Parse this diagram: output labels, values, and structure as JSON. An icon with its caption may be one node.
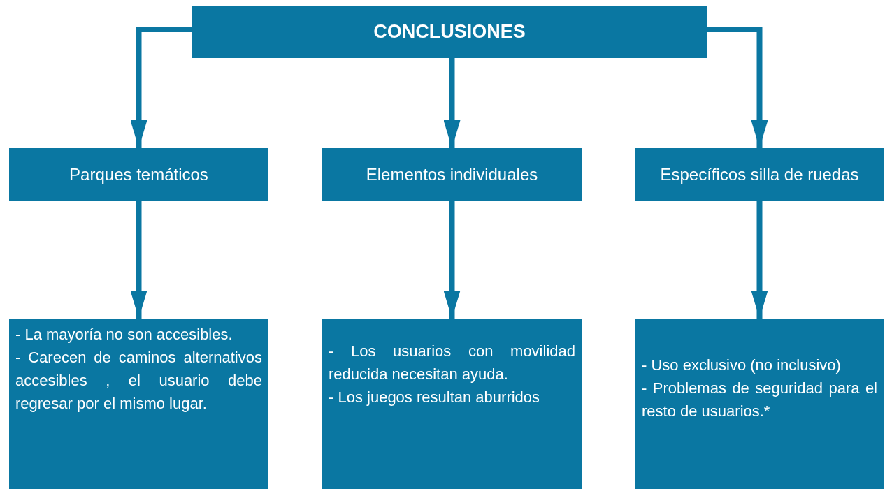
{
  "diagram": {
    "nodes": [
      {
        "text": [
          "CONCLUSIONES"
        ]
      },
      {
        "text": [
          "Parques temáticos"
        ]
      },
      {
        "text": [
          "Elementos individuales"
        ]
      },
      {
        "text": [
          "Específicos silla de ruedas"
        ]
      },
      {
        "text": [
          "- La mayoría no son accesibles.",
          "- Carecen de caminos alternativos accesibles , el usuario debe regresar por el mismo lugar."
        ]
      },
      {
        "text": [
          "- Los usuarios con movilidad reducida necesitan ayuda.",
          "- Los juegos resultan aburridos"
        ]
      },
      {
        "text": [
          "- Uso exclusivo (no inclusivo)",
          "- Problemas de seguridad para el resto de usuarios.*"
        ]
      }
    ],
    "edges": [
      {
        "from": 0,
        "to": 1,
        "arrow": "to"
      },
      {
        "from": 0,
        "to": 2,
        "arrow": "to"
      },
      {
        "from": 0,
        "to": 3,
        "arrow": "to"
      },
      {
        "from": 1,
        "to": 4,
        "arrow": "to"
      },
      {
        "from": 2,
        "to": 5,
        "arrow": "to"
      },
      {
        "from": 3,
        "to": 6,
        "arrow": "to"
      }
    ]
  }
}
